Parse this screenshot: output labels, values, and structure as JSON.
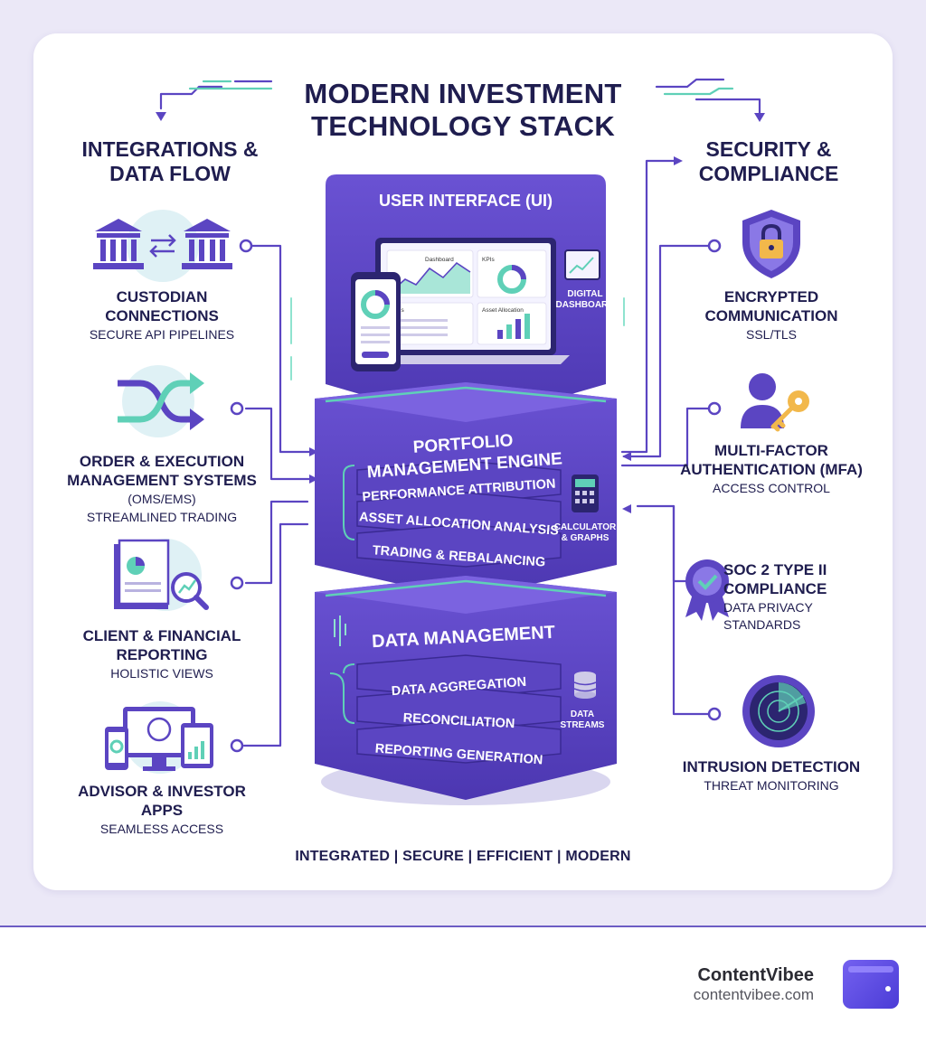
{
  "title": "MODERN INVESTMENT TECHNOLOGY STACK",
  "left_heading": "INTEGRATIONS & DATA FLOW",
  "right_heading": "SECURITY & COMPLIANCE",
  "left_items": [
    {
      "title": "CUSTODIAN CONNECTIONS",
      "subtitle": "SECURE API PIPELINES"
    },
    {
      "title": "ORDER & EXECUTION MANAGEMENT SYSTEMS",
      "title2": "(OMS/EMS)",
      "subtitle": "STREAMLINED TRADING"
    },
    {
      "title": "CLIENT & FINANCIAL REPORTING",
      "subtitle": "HOLISTIC VIEWS"
    },
    {
      "title": "ADVISOR & INVESTOR APPS",
      "subtitle": "SEAMLESS ACCESS"
    }
  ],
  "right_items": [
    {
      "title": "ENCRYPTED COMMUNICATION",
      "subtitle": "SSL/TLS"
    },
    {
      "title": "MULTI-FACTOR AUTHENTICATION (MFA)",
      "subtitle": "ACCESS CONTROL"
    },
    {
      "title": "SOC 2 TYPE II COMPLIANCE",
      "subtitle": "DATA PRIVACY STANDARDS"
    },
    {
      "title": "INTRUSION DETECTION",
      "subtitle": "THREAT MONITORING"
    }
  ],
  "stack": {
    "ui": {
      "title": "USER INTERFACE (UI)",
      "laptop_panels": [
        "Dashboard",
        "KPIs",
        "KPIs",
        "Asset Allocation"
      ],
      "side_label": "DIGITAL DASHBOARD"
    },
    "engine": {
      "title": "PORTFOLIO MANAGEMENT ENGINE",
      "rows": [
        "PERFORMANCE ATTRIBUTION",
        "ASSET ALLOCATION ANALYSIS",
        "TRADING & REBALANCING"
      ],
      "side_label": "CALCULATOR & GRAPHS"
    },
    "data": {
      "title": "DATA MANAGEMENT",
      "rows": [
        "DATA AGGREGATION",
        "RECONCILIATION",
        "REPORTING GENERATION"
      ],
      "side_label": "DATA STREAMS"
    }
  },
  "tagline": "INTEGRATED | SECURE | EFFICIENT | MODERN",
  "brand": {
    "name": "ContentVibee",
    "url": "contentvibee.com"
  },
  "colors": {
    "primary": "#5b45c2",
    "dark": "#3c2d9a",
    "accent": "#5fd0b7",
    "text": "#1f1d4f",
    "icon_bg": "#dff1f5"
  }
}
